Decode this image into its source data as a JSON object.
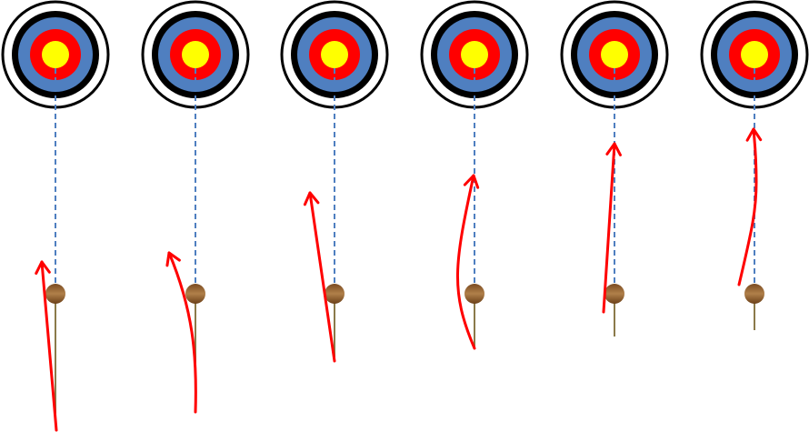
{
  "colors": {
    "target_outer": "#ffffff",
    "target_black": "#000000",
    "target_blue": "#4f7fc0",
    "target_red": "#ff0000",
    "target_gold": "#ffff00",
    "aim_line": "#4f7fc0",
    "arrow": "#ff0000",
    "ball": "#8b5a2b",
    "stick": "#8b7a4a"
  },
  "panels": [
    {
      "icon": "target-icon",
      "arrow": "straight-left-drift"
    },
    {
      "icon": "target-icon",
      "arrow": "curve-left"
    },
    {
      "icon": "target-icon",
      "arrow": "straight-left-drift"
    },
    {
      "icon": "target-icon",
      "arrow": "curve-s"
    },
    {
      "icon": "target-icon",
      "arrow": "straight-near-center"
    },
    {
      "icon": "target-icon",
      "arrow": "slight-s-curve"
    }
  ]
}
